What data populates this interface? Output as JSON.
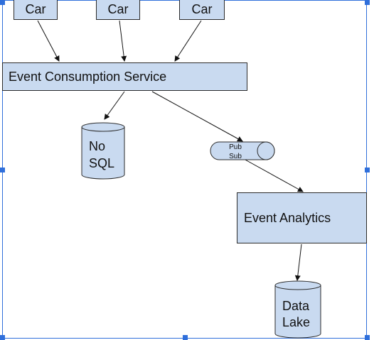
{
  "diagram": {
    "cars": [
      {
        "label": "Car"
      },
      {
        "label": "Car"
      },
      {
        "label": "Car"
      }
    ],
    "event_consumption_service": {
      "label": "Event Consumption Service"
    },
    "nosql": {
      "line1": "No",
      "line2": "SQL"
    },
    "pubsub": {
      "line1": "Pub",
      "line2": "Sub"
    },
    "event_analytics": {
      "label": "Event Analytics"
    },
    "data_lake": {
      "line1": "Data",
      "line2": "Lake"
    }
  },
  "colors": {
    "box_fill": "#c9daf0",
    "stroke": "#2b2b2b",
    "selection": "#2f6fdb"
  }
}
